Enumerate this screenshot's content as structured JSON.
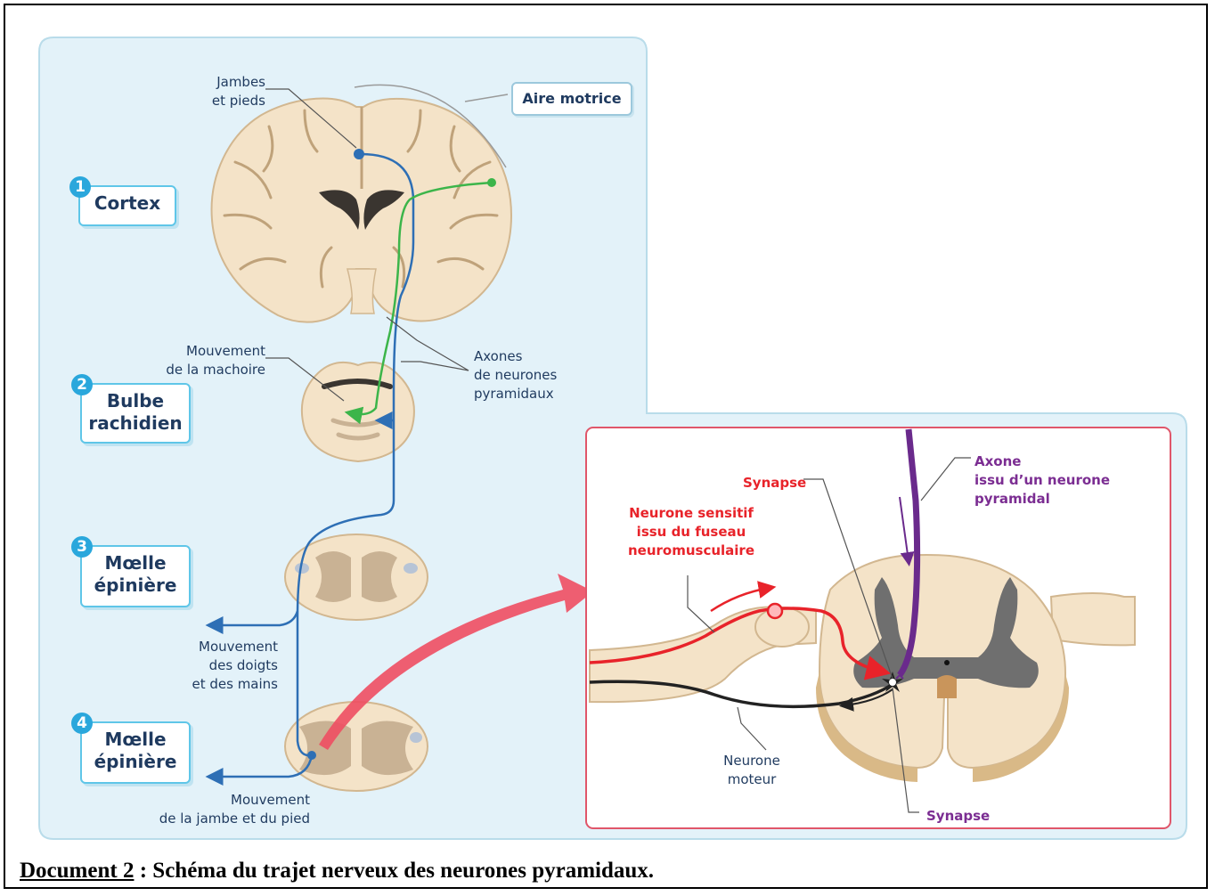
{
  "labels": {
    "jambes_pieds": [
      "Jambes",
      "et pieds"
    ],
    "aire_motrice": "Aire motrice",
    "axones": [
      "Axones",
      "de neurones",
      "pyramidaux"
    ],
    "mouvement_machoire": [
      "Mouvement",
      "de la machoire"
    ],
    "mouvement_doigts": [
      "Mouvement",
      "des doigts",
      "et des mains"
    ],
    "mouvement_jambe": [
      "Mouvement",
      "de la jambe et du pied"
    ],
    "synapse_top": "Synapse",
    "synapse_bottom": "Synapse",
    "axone_pyramidal": [
      "Axone",
      "issu d’un neurone",
      "pyramidal"
    ],
    "neurone_sensitif": [
      "Neurone sensitif",
      "issu du fuseau",
      "neuromusculaire"
    ],
    "neurone_moteur": [
      "Neurone",
      "moteur"
    ]
  },
  "stages": [
    {
      "number": "1",
      "label": [
        "Cortex"
      ]
    },
    {
      "number": "2",
      "label": [
        "Bulbe",
        "rachidien"
      ]
    },
    {
      "number": "3",
      "label": [
        "Mœlle",
        "épinière"
      ]
    },
    {
      "number": "4",
      "label": [
        "Mœlle",
        "épinière"
      ]
    }
  ],
  "caption": {
    "prefix": "Document 2",
    "text": " : Schéma du trajet nerveux des neurones pyramidaux."
  },
  "colors": {
    "panel": "#e3f2f9",
    "panel_border": "#b9dcea",
    "tissue": "#f4e3c8",
    "gray_matter": "#c9b294",
    "blue_neuron": "#2e6fb5",
    "green_neuron": "#3cb54a",
    "red_neuron": "#e8232a",
    "purple_axon": "#6a2a8c",
    "inset_border": "#e0566a",
    "arrow": "#ee4e62"
  }
}
